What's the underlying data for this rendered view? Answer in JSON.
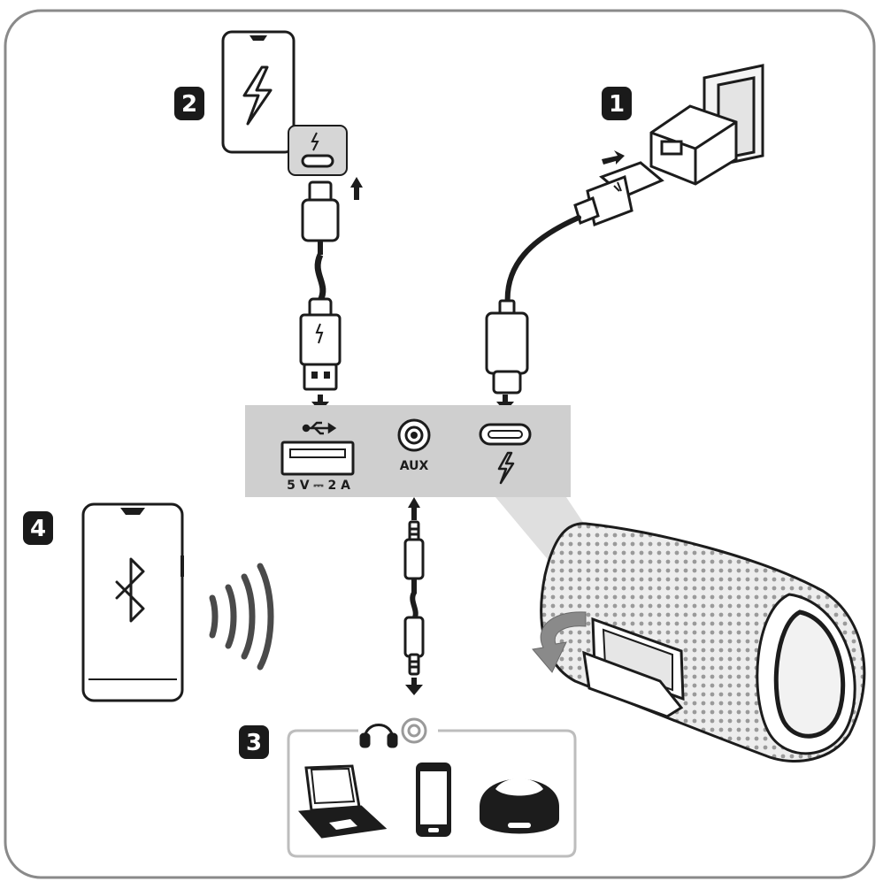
{
  "steps": [
    "1",
    "2",
    "3",
    "4"
  ],
  "ports": {
    "usb_rating": "5 V ⎓ 2 A",
    "aux_label": "AUX"
  },
  "icons": {
    "step1": "wall-charger-usb-c-cable-icon",
    "step2": "phone-charging-from-speaker-icon",
    "step3": "aux-devices-laptop-phone-player-icon",
    "step4": "phone-bluetooth-icon"
  },
  "colors": {
    "panel": "#cfcfcf",
    "badge": "#1a1a1a",
    "outline": "#1c1c1c",
    "frame": "#8a8a8a"
  }
}
